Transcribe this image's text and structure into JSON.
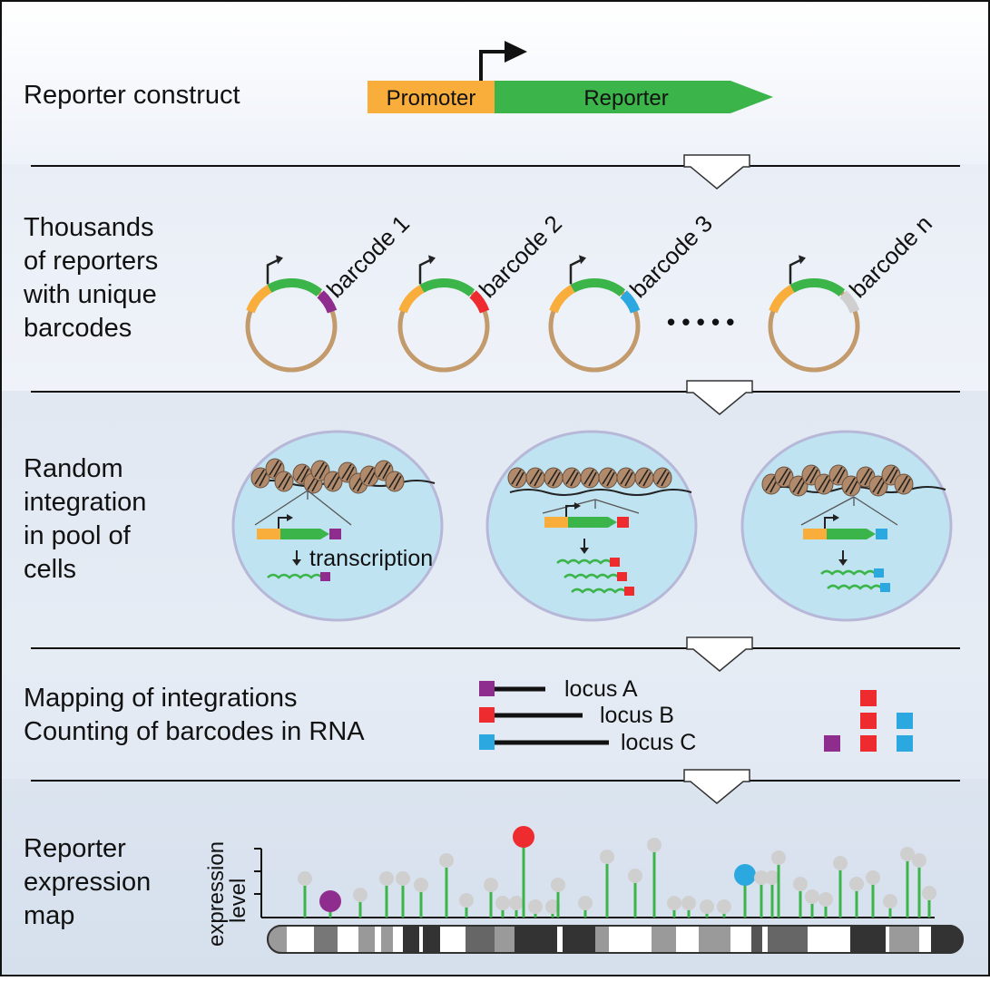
{
  "colors": {
    "promoter": "#f9ae3c",
    "reporter": "#3bb54a",
    "plasmid": "#c39a6b",
    "purple": "#8e2d8e",
    "red": "#ee2b2f",
    "blue": "#2aa8df",
    "grey_barcode": "#cfcfcf",
    "cell_fill": "#bfe3f1",
    "cell_edge": "#b7b8d8",
    "lollipop_grey": "#cfcfcf",
    "nucleosome": "#b08a6a"
  },
  "steps": [
    {
      "lines": [
        "Reporter construct"
      ]
    },
    {
      "lines": [
        "Thousands",
        "of reporters",
        "with unique",
        "barcodes"
      ]
    },
    {
      "lines": [
        "Random",
        "integration",
        "in pool of",
        "cells"
      ]
    },
    {
      "lines": [
        "Mapping of integrations",
        "Counting of barcodes in RNA"
      ]
    },
    {
      "lines": [
        "Reporter",
        "expression",
        "map"
      ]
    }
  ],
  "construct": {
    "promoter": "Promoter",
    "reporter": "Reporter"
  },
  "barcodes": [
    {
      "label": "barcode 1",
      "color": "#8e2d8e"
    },
    {
      "label": "barcode 2",
      "color": "#ee2b2f"
    },
    {
      "label": "barcode 3",
      "color": "#2aa8df"
    },
    {
      "label": "barcode n",
      "color": "#cfcfcf"
    }
  ],
  "ellipsis": "• • • • •",
  "integration": {
    "transcription": "transcription"
  },
  "loci": [
    {
      "label": "locus A",
      "color": "#8e2d8e"
    },
    {
      "label": "locus B",
      "color": "#ee2b2f"
    },
    {
      "label": "locus C",
      "color": "#2aa8df"
    }
  ],
  "barcode_counts": [
    {
      "color": "#8e2d8e",
      "count": 1
    },
    {
      "color": "#ee2b2f",
      "count": 3
    },
    {
      "color": "#2aa8df",
      "count": 2
    }
  ],
  "map": {
    "axis_label_1": "expression",
    "axis_label_2": "level"
  }
}
